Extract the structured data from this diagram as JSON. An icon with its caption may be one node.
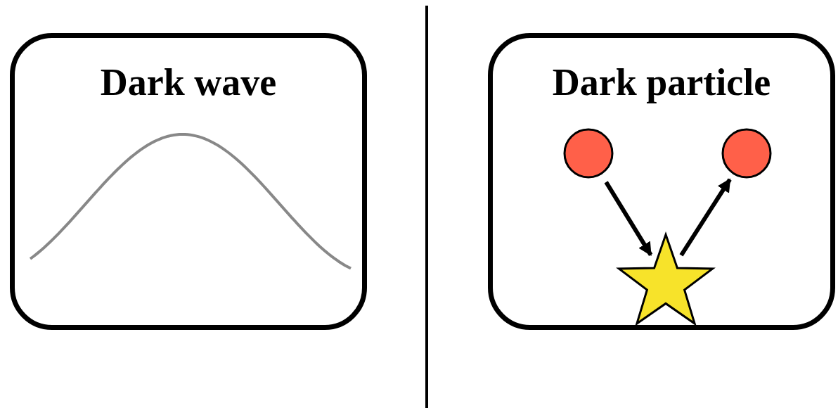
{
  "diagram": {
    "nodes": [
      {
        "text": [
          "Dark wave"
        ]
      },
      {
        "text": [
          "Dark particle"
        ]
      },
      {
        "text": [],
        "shape": "circle",
        "in": 1
      },
      {
        "text": [],
        "shape": "circle",
        "in": 1
      },
      {
        "text": [],
        "shape": "star",
        "in": 1
      }
    ],
    "edges": [
      {
        "from": 2,
        "to": 4,
        "arrow": "to"
      },
      {
        "from": 4,
        "to": 3,
        "arrow": "to"
      }
    ]
  }
}
